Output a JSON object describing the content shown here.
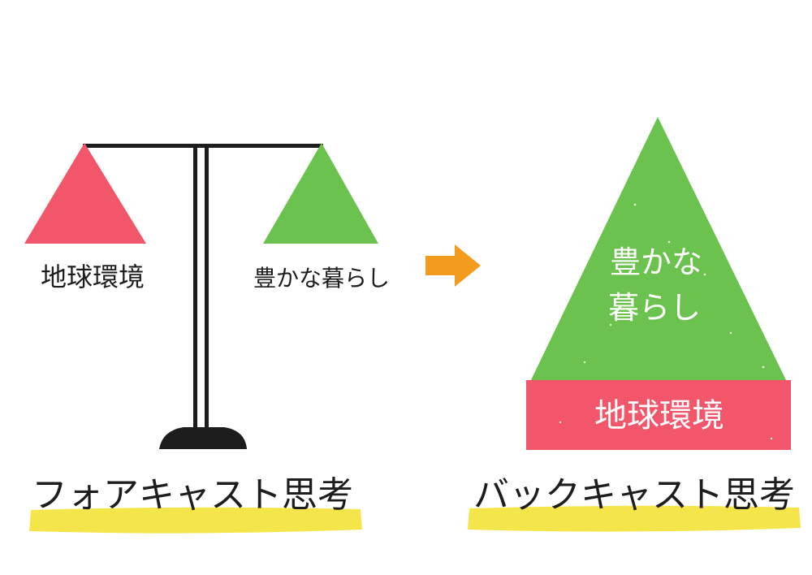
{
  "colors": {
    "background": "#ffffff",
    "ink": "#1d1d1d",
    "earth_red": "#f2566a",
    "life_green": "#6cc24e",
    "arrow_orange": "#f29b1d",
    "highlight_yellow": "#f4e64a",
    "white_text": "#ffffff"
  },
  "forecast": {
    "left_label": "地球環境",
    "right_label": "豊かな暮らし",
    "title": "フォアキャスト思考"
  },
  "backcast": {
    "top_label_line1": "豊かな",
    "top_label_line2": "暮らし",
    "base_label": "地球環境",
    "title": "バックキャスト思考"
  }
}
